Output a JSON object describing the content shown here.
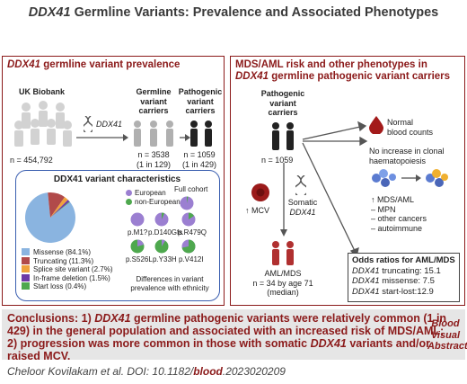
{
  "title": {
    "gene": "DDX41",
    "rest": " Germline Variants: Prevalence and Associated Phenotypes"
  },
  "left": {
    "heading_gene": "DDX41",
    "heading_rest": " germline variant prevalence",
    "biobank_label": "UK Biobank",
    "biobank_n": "n = 454,792",
    "gene_label": "DDX41",
    "carriers_label": [
      "Germline",
      "variant",
      "carriers"
    ],
    "carriers_n": [
      "n = 3538",
      "(1 in 129)"
    ],
    "pathogenic_label": [
      "Pathogenic",
      "variant",
      "carriers"
    ],
    "pathogenic_n": [
      "n = 1059",
      "(1 in 429)"
    ],
    "char_title": "DDX41 variant characteristics",
    "legend": [
      {
        "label": "Missense (84.1%)",
        "color": "#8ab4e0"
      },
      {
        "label": "Truncating (11.3%)",
        "color": "#b14a4a"
      },
      {
        "label": "Splice site variant (2.7%)",
        "color": "#f0a23c"
      },
      {
        "label": "In-frame deletion (1.5%)",
        "color": "#6e3aa6"
      },
      {
        "label": "Start loss (0.4%)",
        "color": "#4ea84e"
      }
    ],
    "pie_values": [
      84.1,
      11.3,
      2.7,
      1.5,
      0.4
    ],
    "ethnicity_legend": [
      {
        "label": "European",
        "color": "#9b7fd1"
      },
      {
        "label": "non-European",
        "color": "#4ea84e"
      }
    ],
    "full_cohort": "Full cohort",
    "variants": [
      "p.M1?",
      "p.D140Gfs",
      "p.R479Q",
      "p.S526L",
      "p.Y33H",
      "p.V412I"
    ],
    "eth_note": [
      "Differences in variant",
      "prevalence with ethnicity"
    ]
  },
  "right": {
    "heading_line1": "MDS/AML risk and other phenotypes in",
    "heading_gene": "DDX41",
    "heading_line2_rest": " germline pathogenic variant carriers",
    "carriers_label": [
      "Pathogenic",
      "variant",
      "carriers"
    ],
    "carriers_n": "n = 1059",
    "normal_counts": [
      "Normal",
      "blood counts"
    ],
    "no_increase": [
      "No increase in clonal",
      "haematopoiesis"
    ],
    "mcv": "↑ MCV",
    "somatic": [
      "Somatic",
      "DDX41"
    ],
    "risks": [
      "↑ MDS/AML",
      "– MPN",
      "– other cancers",
      "– autoimmune"
    ],
    "amlmds": [
      "AML/MDS",
      "n = 34 by age 71",
      "(median)"
    ],
    "odds_title": "Odds ratios for AML/MDS",
    "odds": [
      {
        "gene": "DDX41",
        "label": " truncating: 15.1"
      },
      {
        "gene": "DDX41",
        "label": " missense: 7.5"
      },
      {
        "gene": "DDX41",
        "label": " start-lost:12.9"
      }
    ]
  },
  "conclusions": {
    "prefix": "Conclusions: ",
    "n1": "1) ",
    "gene1": "DDX41",
    "p1": " germline pathogenic variants were relatively common (1 in 429) in the general population and associated with an increased risk of MDS/AML;",
    "n2": "2)",
    "p2a": " progression was more common in those with somatic ",
    "gene2": "DDX41",
    "p2b": " variants and/or raised MCV."
  },
  "citation": {
    "pre": "Cheloor Kovilakam et al. DOI: 10.1182/",
    "bold": "blood",
    "post": ".2023020209"
  },
  "badge": [
    "Blood",
    "Visual",
    "Abstract"
  ],
  "colors": {
    "accent": "#8b1a1a",
    "concl_bg": "#e6e6e6",
    "red_figure": "#b03030"
  }
}
